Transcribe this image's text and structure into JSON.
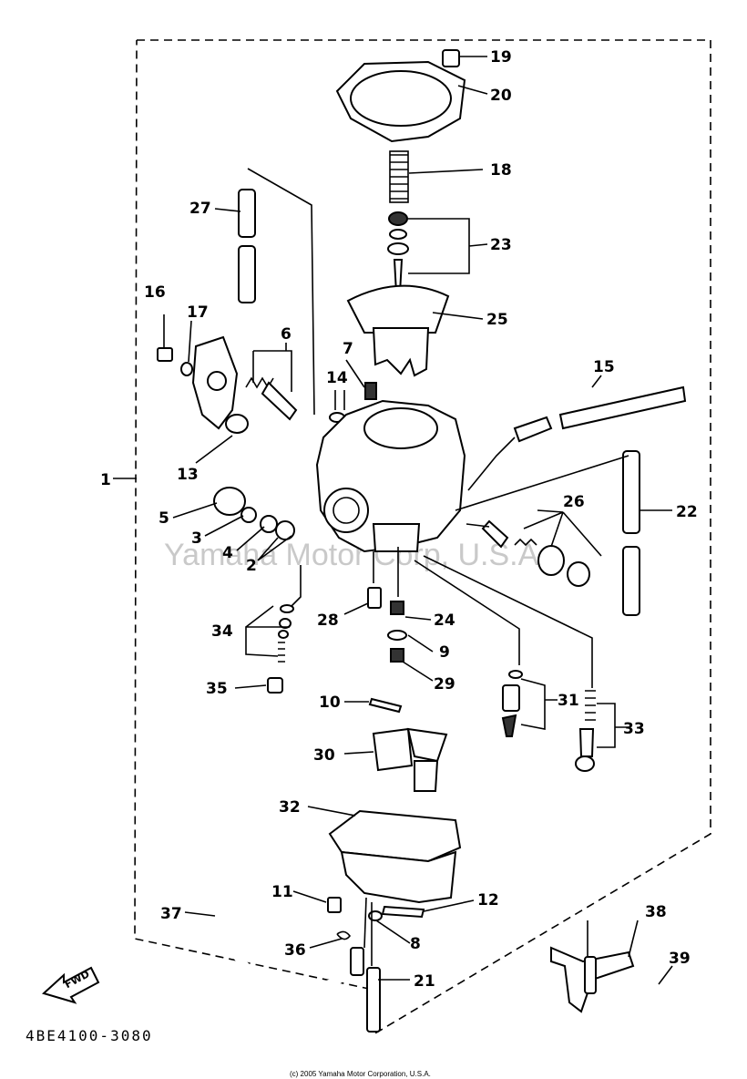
{
  "diagram": {
    "callouts": [
      "19",
      "20",
      "18",
      "23",
      "27",
      "25",
      "16",
      "17",
      "6",
      "7",
      "14",
      "15",
      "13",
      "1",
      "26",
      "22",
      "5",
      "3",
      "4",
      "2",
      "28",
      "24",
      "34",
      "9",
      "35",
      "29",
      "10",
      "31",
      "33",
      "30",
      "32",
      "11",
      "12",
      "37",
      "8",
      "38",
      "36",
      "39",
      "21"
    ],
    "part_code": "4BE4100-3080",
    "copyright": "(c) 2005 Yamaha Motor Corporation, U.S.A.",
    "watermark": "Yamaha Motor Corp, U.S.A.",
    "fwd_label": "FWD"
  }
}
